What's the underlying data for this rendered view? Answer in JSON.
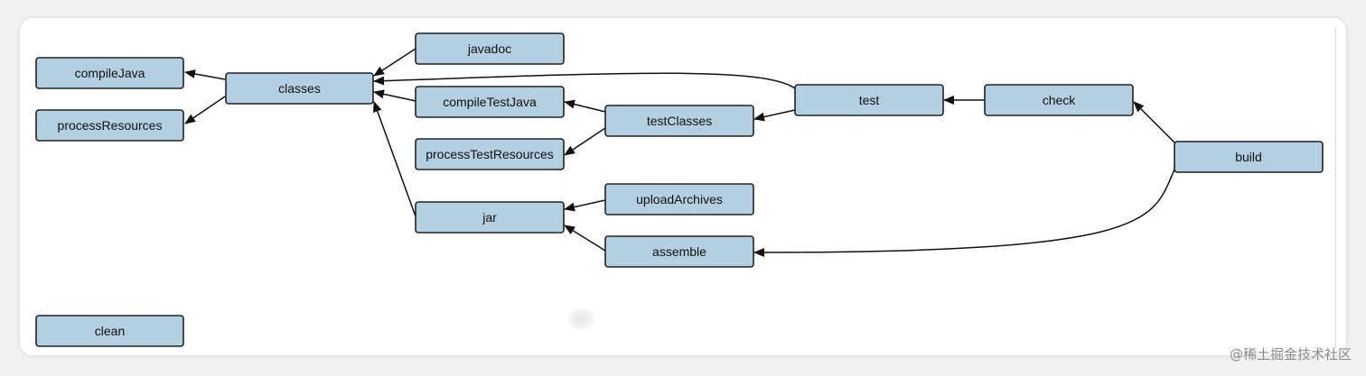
{
  "nodes": {
    "compileJava": "compileJava",
    "processResources": "processResources",
    "classes": "classes",
    "javadoc": "javadoc",
    "compileTestJava": "compileTestJava",
    "processTestResources": "processTestResources",
    "jar": "jar",
    "testClasses": "testClasses",
    "uploadArchives": "uploadArchives",
    "assemble": "assemble",
    "test": "test",
    "check": "check",
    "build": "build",
    "clean": "clean"
  },
  "edges": [
    {
      "from": "classes",
      "to": "compileJava"
    },
    {
      "from": "classes",
      "to": "processResources"
    },
    {
      "from": "javadoc",
      "to": "classes"
    },
    {
      "from": "compileTestJava",
      "to": "classes"
    },
    {
      "from": "jar",
      "to": "classes"
    },
    {
      "from": "test",
      "to": "classes"
    },
    {
      "from": "testClasses",
      "to": "compileTestJava"
    },
    {
      "from": "testClasses",
      "to": "processTestResources"
    },
    {
      "from": "test",
      "to": "testClasses"
    },
    {
      "from": "check",
      "to": "test"
    },
    {
      "from": "build",
      "to": "check"
    },
    {
      "from": "build",
      "to": "assemble"
    },
    {
      "from": "uploadArchives",
      "to": "jar"
    },
    {
      "from": "assemble",
      "to": "jar"
    }
  ],
  "colors": {
    "node_fill": "#b5cfe2",
    "node_stroke": "#222222"
  },
  "watermark": "@稀土掘金技术社区"
}
